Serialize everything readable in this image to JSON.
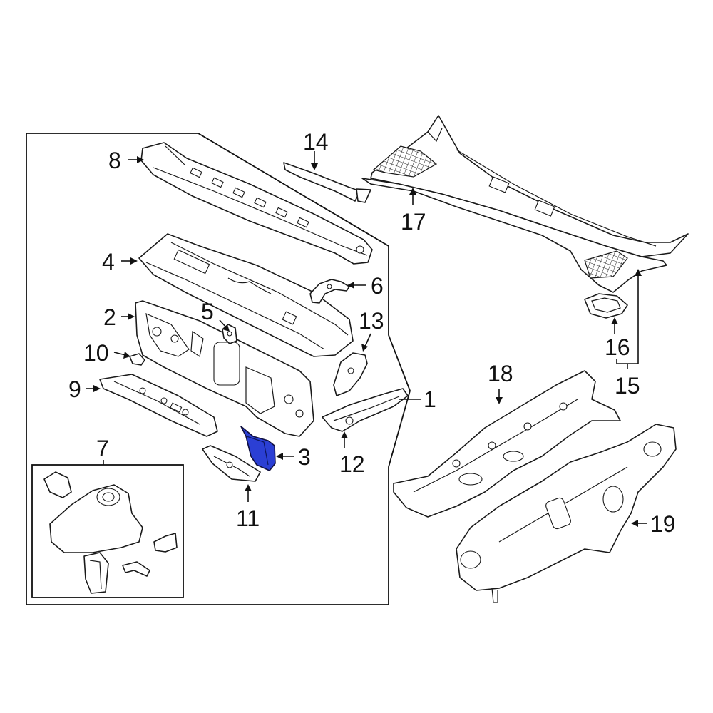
{
  "highlight_color": "#2b3fd4",
  "callouts": {
    "c1": "1",
    "c2": "2",
    "c3": "3",
    "c4": "4",
    "c5": "5",
    "c6": "6",
    "c7": "7",
    "c8": "8",
    "c9": "9",
    "c10": "10",
    "c11": "11",
    "c12": "12",
    "c13": "13",
    "c14": "14",
    "c15": "15",
    "c16": "16",
    "c17": "17",
    "c18": "18",
    "c19": "19"
  },
  "highlighted_part": "3"
}
